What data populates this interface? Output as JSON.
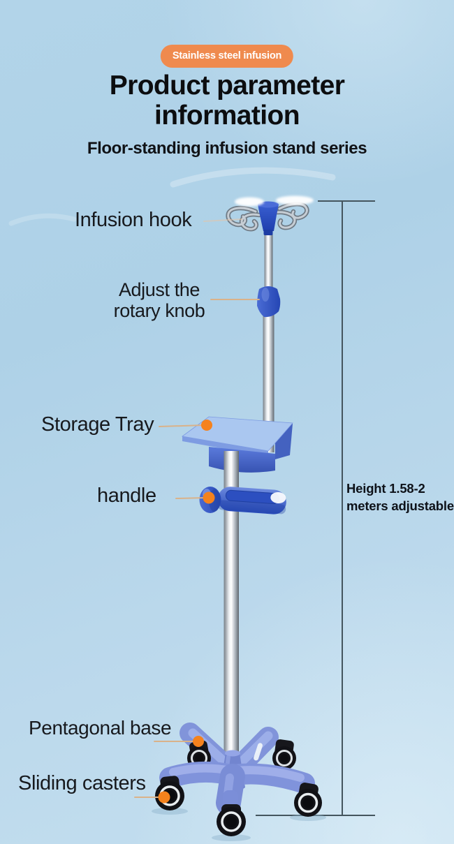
{
  "badge": {
    "label": "Stainless steel infusion"
  },
  "title": "Product parameter information",
  "subtitle": "Floor-standing infusion stand series",
  "callouts": {
    "infusion_hook": {
      "label": "Infusion hook"
    },
    "rotary_knob": {
      "line1": "Adjust the",
      "line2": "rotary knob"
    },
    "storage_tray": {
      "label": "Storage Tray"
    },
    "handle": {
      "label": "handle"
    },
    "pentagonal_base": {
      "label": "Pentagonal base"
    },
    "sliding_casters": {
      "label": "Sliding casters"
    }
  },
  "height_note": {
    "line1": "Height 1.58-2",
    "line2": "meters adjustable"
  },
  "colors": {
    "badge_bg": "#ef8a4e",
    "pointer_dot": "#f5821d",
    "pointer_line": "#dab289",
    "measure_line": "#44555e",
    "stand_blue": "#2d50c0",
    "base_blue": "#8093db",
    "background": "#b2d4e9"
  }
}
